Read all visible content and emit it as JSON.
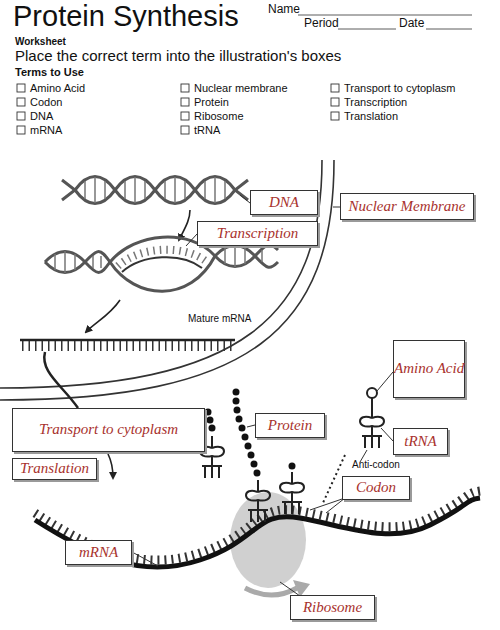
{
  "diagram": {
    "title": "Protein Synthesis",
    "nodes": [
      {
        "text": [
          "DNA"
        ]
      },
      {
        "text": [
          "Nuclear Membrane"
        ]
      },
      {
        "text": [
          "Transcription"
        ]
      },
      {
        "text": [
          "Amino Acid"
        ]
      },
      {
        "text": [
          "Transport to cytoplasm"
        ]
      },
      {
        "text": [
          "Protein"
        ]
      },
      {
        "text": [
          "tRNA"
        ]
      },
      {
        "text": [
          "Translation"
        ]
      },
      {
        "text": [
          "Codon"
        ]
      },
      {
        "text": [
          "mRNA"
        ]
      },
      {
        "text": [
          "Ribosome"
        ]
      }
    ],
    "labels": [
      "Worksheet",
      "Name",
      "Period",
      "Date",
      "Place the correct term into the illustration's boxes",
      "Terms to Use",
      "Amino Acid",
      "Nuclear membrane",
      "Transport to cytoplasm",
      "Codon",
      "Protein",
      "Transcription",
      "DNA",
      "Ribosome",
      "Translation",
      "mRNA",
      "tRNA",
      "Mature mRNA",
      "Anti-codon"
    ]
  }
}
